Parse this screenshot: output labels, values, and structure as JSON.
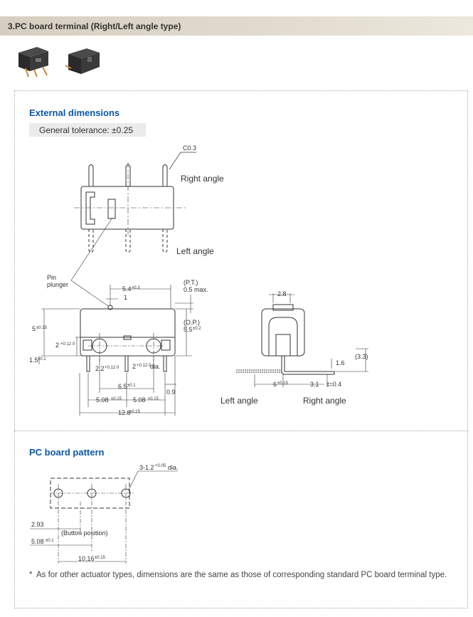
{
  "header": {
    "title": "3.PC board terminal (Right/Left angle type)"
  },
  "external": {
    "heading": "External dimensions",
    "tolerance": "General tolerance: ±0.25",
    "labels": {
      "c03": "C0.3",
      "right_angle": "Right angle",
      "left_angle": "Left angle",
      "pin_plunger_1": "Pin",
      "pin_plunger_2": "plunger",
      "pt": "(P.T.)",
      "pt_val": "0.5 max.",
      "op": "(O.P.)",
      "op_val": "5.5",
      "op_tol": "±0.2",
      "d54": "5.4",
      "d54_tol": "±0.3",
      "d1": "1",
      "d5": "5",
      "d5_tol": "±0.15",
      "d2a": "2",
      "d2a_tol": "+0.12 0",
      "d15": "1.5",
      "d15_tol": "±0.1",
      "d22": "2.2",
      "d22_tol": "+0.12 0",
      "d2b": "2",
      "d2b_tol": "+0.12 0",
      "dia": "dia.",
      "d65": "6.5",
      "d65_tol": "±0.1",
      "d09": "0.9",
      "d508a": "5.08",
      "d508a_tol": "±0.15",
      "d508b": "5.08",
      "d508b_tol": "±0.15",
      "d128": "12.8",
      "d128_tol": "±0.15",
      "d28": "2.8",
      "d33": "(3.3)",
      "d16": "1.6",
      "d6": "6",
      "d6_tol": "±0.15",
      "d31": "3.1",
      "t04": "t=0.4",
      "left_angle_2": "Left angle",
      "right_angle_2": "Right angle"
    }
  },
  "pcb": {
    "heading": "PC board pattern",
    "labels": {
      "holes": "3-1.2",
      "holes_tol": "+0.05",
      "holes_dia": "dia.",
      "d293": "2.93",
      "button_pos": "(Button position)",
      "d508": "5.08",
      "d508_tol": "±0.1",
      "d1016": "10.16",
      "d1016_tol": "±0.15"
    }
  },
  "note": {
    "star": "*",
    "text": "As for other actuator types, dimensions are the same as those of corresponding standard PC board terminal type."
  },
  "colors": {
    "heading": "#0b57a4",
    "title_bar": "#d6cebf",
    "pin": "#c98a3a"
  }
}
